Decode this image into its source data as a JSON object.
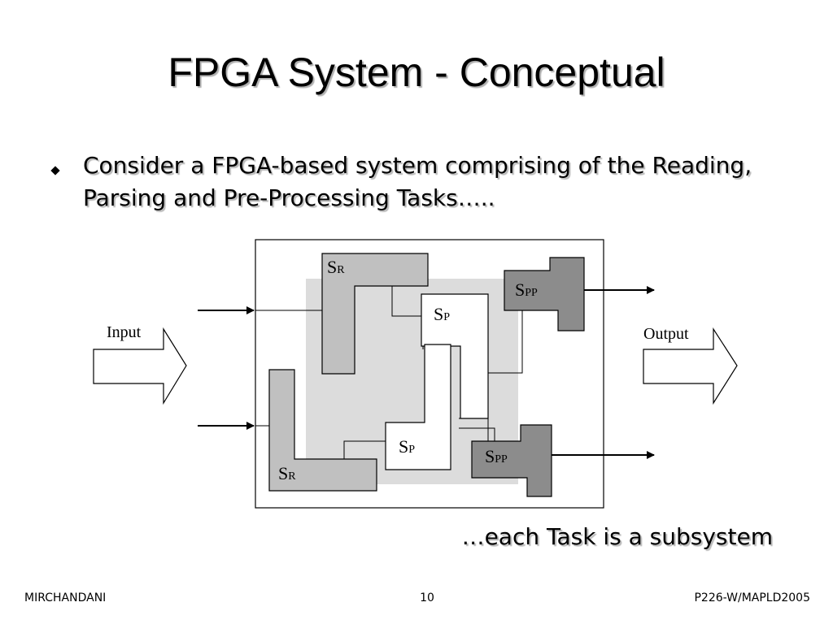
{
  "slide": {
    "title": "FPGA System - Conceptual",
    "bullet": "Consider a FPGA-based system comprising of the Reading, Parsing and Pre-Processing Tasks…..",
    "caption": "…each Task is a subsystem"
  },
  "diagram": {
    "input_label": "Input",
    "output_label": "Output",
    "blocks": {
      "sr_top": {
        "main": "S",
        "sub": "R"
      },
      "sp_top": {
        "main": "S",
        "sub": "P"
      },
      "spp_top": {
        "main": "S",
        "sub": "PP"
      },
      "sr_bottom": {
        "main": "S",
        "sub": "R"
      },
      "sp_bottom": {
        "main": "S",
        "sub": "P"
      },
      "spp_bottom": {
        "main": "S",
        "sub": "PP"
      }
    },
    "colors": {
      "sr_fill": "#c0c0c0",
      "sp_fill": "#ffffff",
      "spp_fill": "#8c8c8c",
      "fabric_fill": "#dcdcdc"
    }
  },
  "footer": {
    "author": "MIRCHANDANI",
    "page": "10",
    "event": "P226-W/MAPLD2005"
  }
}
